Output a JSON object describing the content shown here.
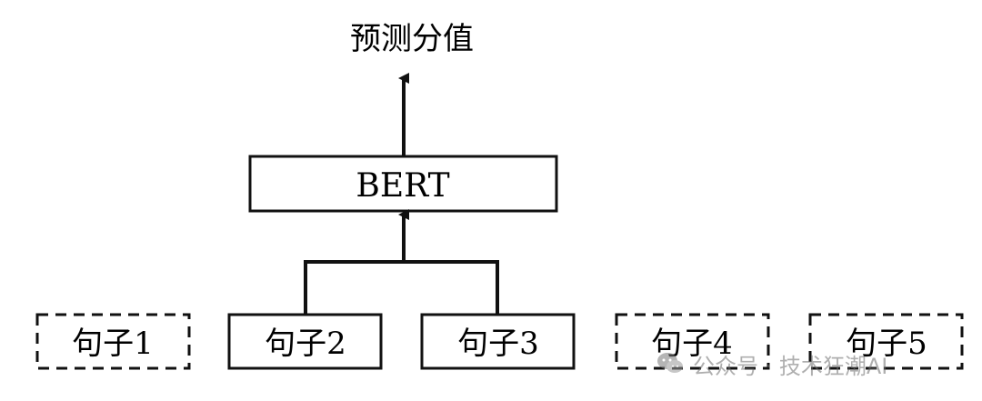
{
  "output_label": "预测分值",
  "model_label": "BERT",
  "sentences": [
    {
      "label": "句子1",
      "style": "dashed"
    },
    {
      "label": "句子2",
      "style": "solid"
    },
    {
      "label": "句子3",
      "style": "solid"
    },
    {
      "label": "句子4",
      "style": "dashed"
    },
    {
      "label": "句子5",
      "style": "dashed"
    }
  ],
  "watermark": {
    "text": "公众号 · 技术狂潮AI",
    "icon": "wechat-icon"
  },
  "colors": {
    "stroke": "#111111",
    "text": "#111111",
    "watermark": "#6f6f6f"
  }
}
